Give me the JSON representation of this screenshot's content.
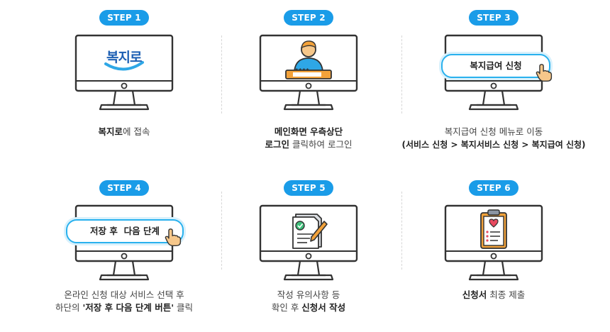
{
  "steps": [
    {
      "badge": "STEP 1",
      "logo": "복지로",
      "line1_bold": "복지로",
      "line1_rest": "에 접속"
    },
    {
      "badge": "STEP 2",
      "password_mask": "****",
      "line1_bold": "메인화면 우측상단",
      "line2_bold": "로그인",
      "line2_rest": " 클릭하여 로그인"
    },
    {
      "badge": "STEP 3",
      "pill": "복지급여 신청",
      "line1": "복지급여 신청 메뉴로 이동",
      "line2_bold": "(서비스 신청 > 복지서비스 신청 > 복지급여 신청)"
    },
    {
      "badge": "STEP 4",
      "pill": "저장 후  다음 단계",
      "line1": "온라인 신청 대상 서비스 선택 후",
      "line2_pre": "하단의 ",
      "line2_bold": "'저장 후 다음 단계 버튼'",
      "line2_rest": " 클릭"
    },
    {
      "badge": "STEP 5",
      "line1": "작성 유의사항 등",
      "line2_pre": "확인 후 ",
      "line2_bold": "신청서 작성"
    },
    {
      "badge": "STEP 6",
      "line1_bold": "신청서",
      "line1_rest": " 최종 제출"
    }
  ],
  "icons": {
    "monitor": "monitor-icon",
    "logo": "bokjiro-logo-icon",
    "user": "user-icon",
    "hand": "pointing-hand-icon",
    "document": "document-check-icon",
    "clipboard": "clipboard-heart-icon"
  },
  "colors": {
    "accent": "#1a9ce8",
    "pill_border": "#29b1ee",
    "hand": "#f6c78a",
    "heart": "#e84a5f"
  }
}
